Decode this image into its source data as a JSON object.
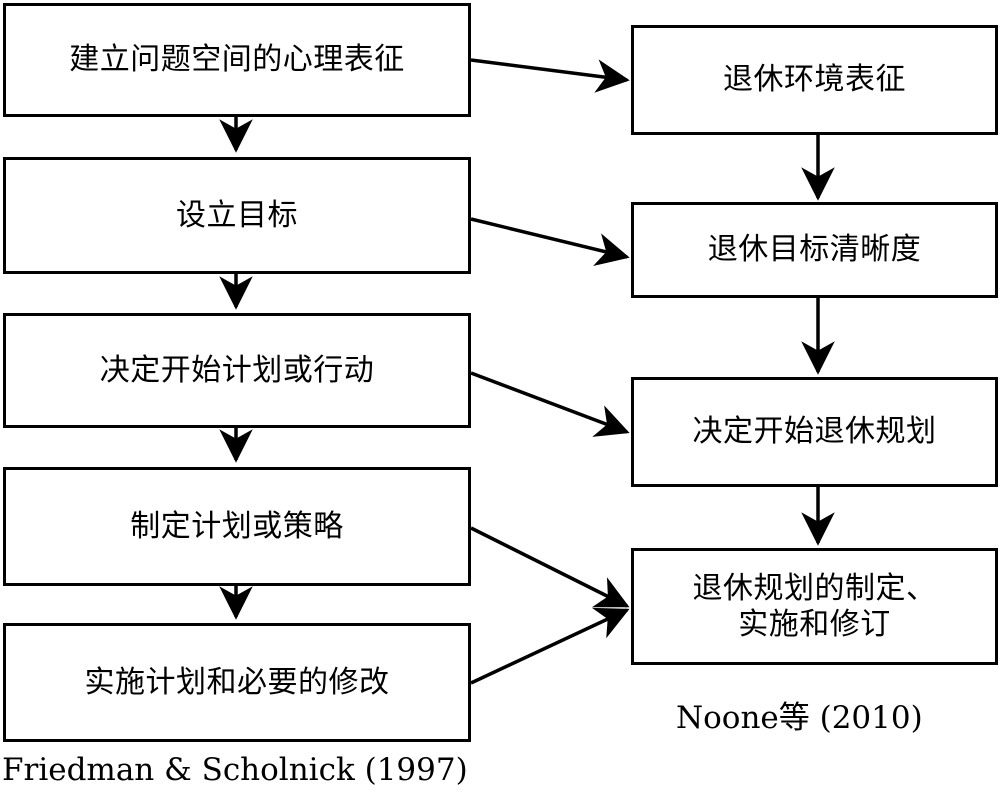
{
  "diagram": {
    "title_left": "Friedman & Scholnick (1997)",
    "title_right": "Noone等 (2010)",
    "colors": {
      "stroke": "#000000",
      "background": "#ffffff",
      "text": "#000000"
    },
    "left_column": {
      "caption": "Friedman & Scholnick (1997)",
      "nodes": [
        {
          "id": "l1",
          "label": "建立问题空间的心理表征"
        },
        {
          "id": "l2",
          "label": "设立目标"
        },
        {
          "id": "l3",
          "label": "决定开始计划或行动"
        },
        {
          "id": "l4",
          "label": "制定计划或策略"
        },
        {
          "id": "l5",
          "label": "实施计划和必要的修改"
        }
      ]
    },
    "right_column": {
      "caption": "Noone等 (2010)",
      "nodes": [
        {
          "id": "r1",
          "label": "退休环境表征"
        },
        {
          "id": "r2",
          "label": "退休目标清晰度"
        },
        {
          "id": "r3",
          "label": "决定开始退休规划"
        },
        {
          "id": "r4",
          "label": "退休规划的制定、\n实施和修订"
        }
      ]
    },
    "edges": [
      {
        "from": "l1",
        "to": "l2",
        "kind": "vertical-arrow"
      },
      {
        "from": "l2",
        "to": "l3",
        "kind": "vertical-arrow"
      },
      {
        "from": "l3",
        "to": "l4",
        "kind": "vertical-arrow"
      },
      {
        "from": "l4",
        "to": "l5",
        "kind": "vertical-arrow"
      },
      {
        "from": "r1",
        "to": "r2",
        "kind": "vertical-arrow"
      },
      {
        "from": "r2",
        "to": "r3",
        "kind": "vertical-arrow"
      },
      {
        "from": "r3",
        "to": "r4",
        "kind": "vertical-arrow"
      },
      {
        "from": "l1",
        "to": "r1",
        "kind": "diagonal-arrow"
      },
      {
        "from": "l2",
        "to": "r2",
        "kind": "diagonal-arrow"
      },
      {
        "from": "l3",
        "to": "r3",
        "kind": "diagonal-arrow"
      },
      {
        "from": "l4",
        "to": "r4",
        "kind": "diagonal-arrow"
      },
      {
        "from": "l5",
        "to": "r4",
        "kind": "diagonal-arrow"
      }
    ]
  }
}
